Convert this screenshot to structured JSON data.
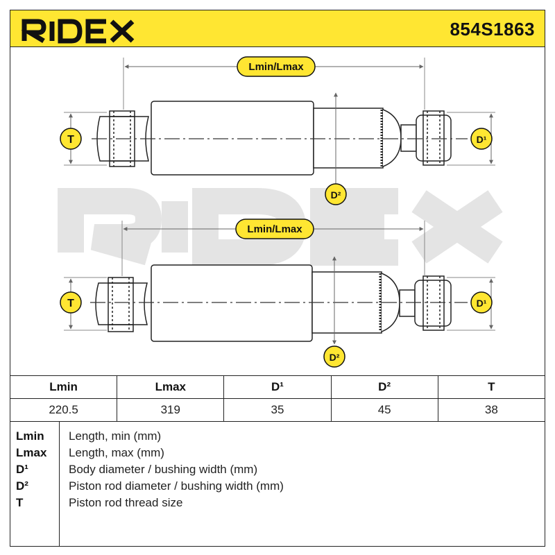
{
  "brand": {
    "logo_text": "RIDEX",
    "part_number": "854S1863",
    "accent": "#ffe632"
  },
  "diagram": {
    "top": {
      "length_label": "Lmin/Lmax",
      "t_label": "T",
      "d1_label": "D¹",
      "d2_label": "D²"
    },
    "bottom": {
      "length_label": "Lmin/Lmax",
      "t_label": "T",
      "d1_label": "D¹",
      "d2_label": "D²"
    },
    "watermark": "RIDEX"
  },
  "spec_table": {
    "headers": [
      "Lmin",
      "Lmax",
      "D¹",
      "D²",
      "T"
    ],
    "values": [
      "220.5",
      "319",
      "35",
      "45",
      "38"
    ]
  },
  "legend": [
    {
      "key": "Lmin",
      "value": "Length, min (mm)"
    },
    {
      "key": "Lmax",
      "value": "Length, max (mm)"
    },
    {
      "key": "D¹",
      "value": "Body diameter / bushing width (mm)"
    },
    {
      "key": "D²",
      "value": "Piston rod diameter / bushing width (mm)"
    },
    {
      "key": "T",
      "value": "Piston rod thread size"
    }
  ]
}
